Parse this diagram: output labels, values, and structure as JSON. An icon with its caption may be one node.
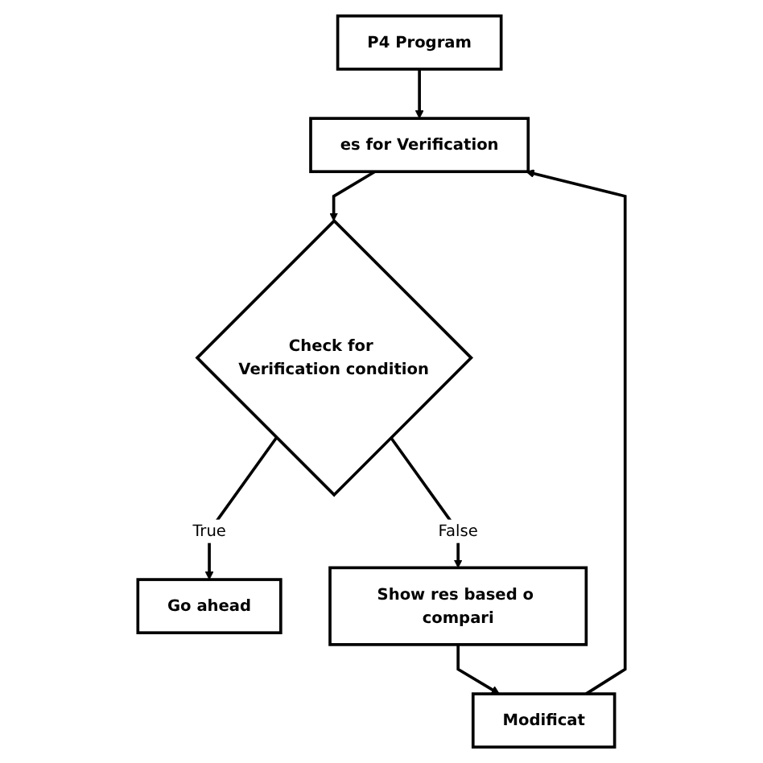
{
  "diagram": {
    "nodes": [
      {
        "text": [
          "P4 Program"
        ]
      },
      {
        "text": [
          "es for Verification"
        ]
      },
      {
        "text": [
          "Check for Verification condition"
        ]
      },
      {
        "text": [
          "Go ahead"
        ]
      },
      {
        "text": [
          "Show res based o compari"
        ]
      },
      {
        "text": [
          "Modificat"
        ]
      }
    ],
    "edges": [
      {
        "from": 0,
        "to": 1,
        "arrow": "to"
      },
      {
        "from": 1,
        "to": 2,
        "arrow": "to"
      },
      {
        "from": 2,
        "to": 3,
        "arrow": "to",
        "label": "True"
      },
      {
        "from": 2,
        "to": 4,
        "arrow": "to",
        "label": "False"
      },
      {
        "from": 4,
        "to": 5,
        "arrow": "to"
      },
      {
        "from": 5,
        "to": 1,
        "arrow": "to"
      }
    ]
  }
}
